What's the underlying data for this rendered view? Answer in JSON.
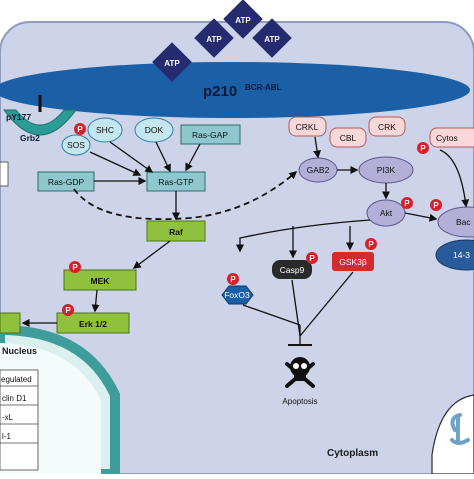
{
  "atp": [
    "ATP",
    "ATP",
    "ATP",
    "ATP"
  ],
  "receptor": {
    "name": "p210",
    "superscript": "BCR-ABL"
  },
  "adapters": {
    "py177": "pY177",
    "grb2": "Grb2",
    "sos": "SOS",
    "shc": "SHC",
    "dok": "DOK",
    "crkl": "CRKL",
    "cbl": "CBL",
    "crk": "CRK",
    "cytos": "Cytos"
  },
  "ras": {
    "ras_gap": "Ras-GAP",
    "ras_gdp": "Ras-GDP",
    "ras_gtp": "Ras-GTP"
  },
  "mapk": {
    "raf": "Raf",
    "mek": "MEK",
    "erk": "Erk 1/2"
  },
  "pi3k_path": {
    "gab2": "GAB2",
    "pi3k": "PI3K",
    "akt": "Akt",
    "bad": "Bac",
    "p1433": "14-3"
  },
  "akt_targets": {
    "casp9": "Casp9",
    "gsk3b": "GSK3β",
    "foxo3": "FoxO3"
  },
  "outcomes": {
    "apoptosis": "Apoptosis"
  },
  "compartments": {
    "nucleus": "Nucleus",
    "cytoplasm": "Cytoplasm"
  },
  "nucleus_box": {
    "title": "egulated",
    "items": [
      "clin D1",
      "-xL",
      "l-1"
    ]
  },
  "phospho": "P",
  "colors": {
    "background": "#cdd3e8",
    "membrane": "#1b5fa6",
    "atp": "#252b6e",
    "adapter_fill": "#c3e6ef",
    "adapter_stroke": "#2f7fa2",
    "grb2_fill": "#2c9a95",
    "ras_box": "#8ec7cd",
    "mapk_box": "#8fc13f",
    "pink": "#f7d7d7",
    "lavender": "#b3afd6",
    "dark_blue": "#285a9c",
    "phospho": "#d7202a",
    "gsk_fill": "#d42a2e",
    "casp_fill": "#2a2a2a"
  }
}
